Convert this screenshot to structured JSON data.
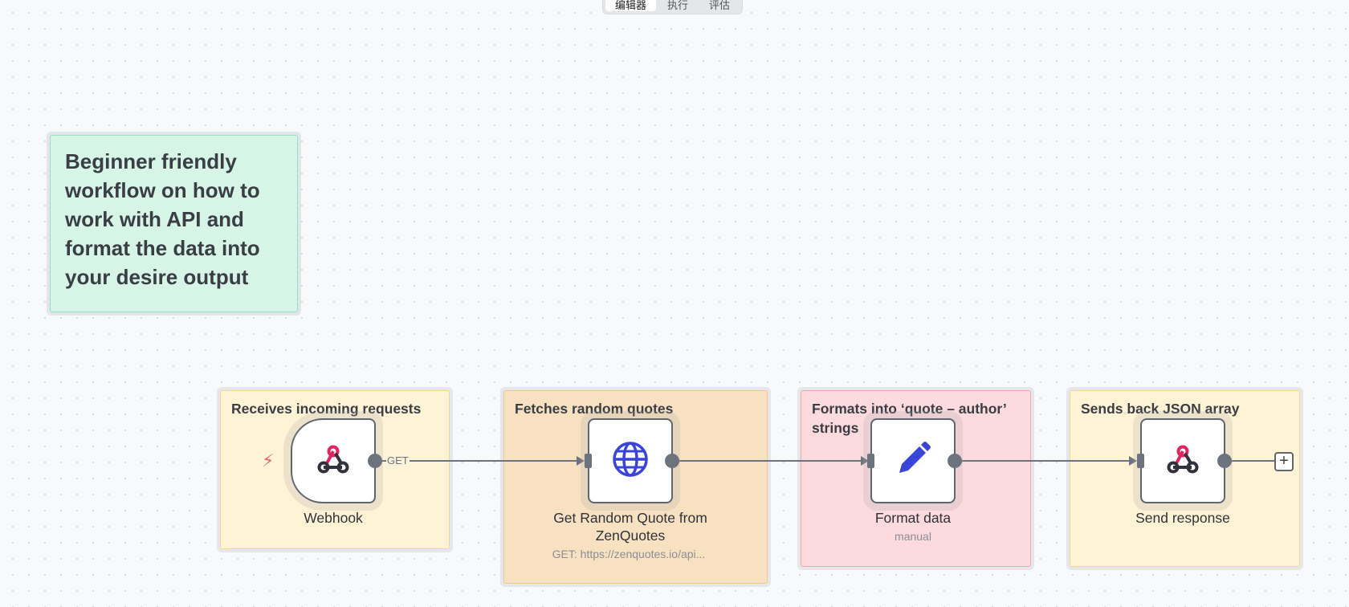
{
  "toolbar": {
    "tabs": [
      {
        "label": "编辑器",
        "active": true
      },
      {
        "label": "执行",
        "active": false
      },
      {
        "label": "评估",
        "active": false
      }
    ]
  },
  "sticky_note": {
    "text": "Beginner friendly workflow on how to work with API and format the data into your desire output",
    "color": "#d6f5e6"
  },
  "groups": [
    {
      "label": "Receives incoming requests",
      "color": "#fff3d6"
    },
    {
      "label": "Fetches random quotes",
      "color": "#f8e1c1"
    },
    {
      "label": "Formats into ‘quote – author’ strings",
      "color": "#fcdadd"
    },
    {
      "label": "Sends back JSON array",
      "color": "#fff3d6"
    }
  ],
  "nodes": [
    {
      "name": "Webhook",
      "subtitle": "",
      "icon": "webhook-icon"
    },
    {
      "name": "Get Random Quote from ZenQuotes",
      "subtitle": "GET: https://zenquotes.io/api...",
      "icon": "globe-icon"
    },
    {
      "name": "Format data",
      "subtitle": "manual",
      "icon": "pencil-icon"
    },
    {
      "name": "Send response",
      "subtitle": "",
      "icon": "webhook-icon"
    }
  ],
  "connections": [
    {
      "from": "Webhook",
      "to": "Get Random Quote from ZenQuotes",
      "label": "GET"
    },
    {
      "from": "Get Random Quote from ZenQuotes",
      "to": "Format data",
      "label": ""
    },
    {
      "from": "Format data",
      "to": "Send response",
      "label": ""
    }
  ],
  "colors": {
    "accent_webhook": "#e0245e",
    "globe": "#3a45d8",
    "pencil": "#3a45d8",
    "trigger_bolt": "#f06a78"
  }
}
